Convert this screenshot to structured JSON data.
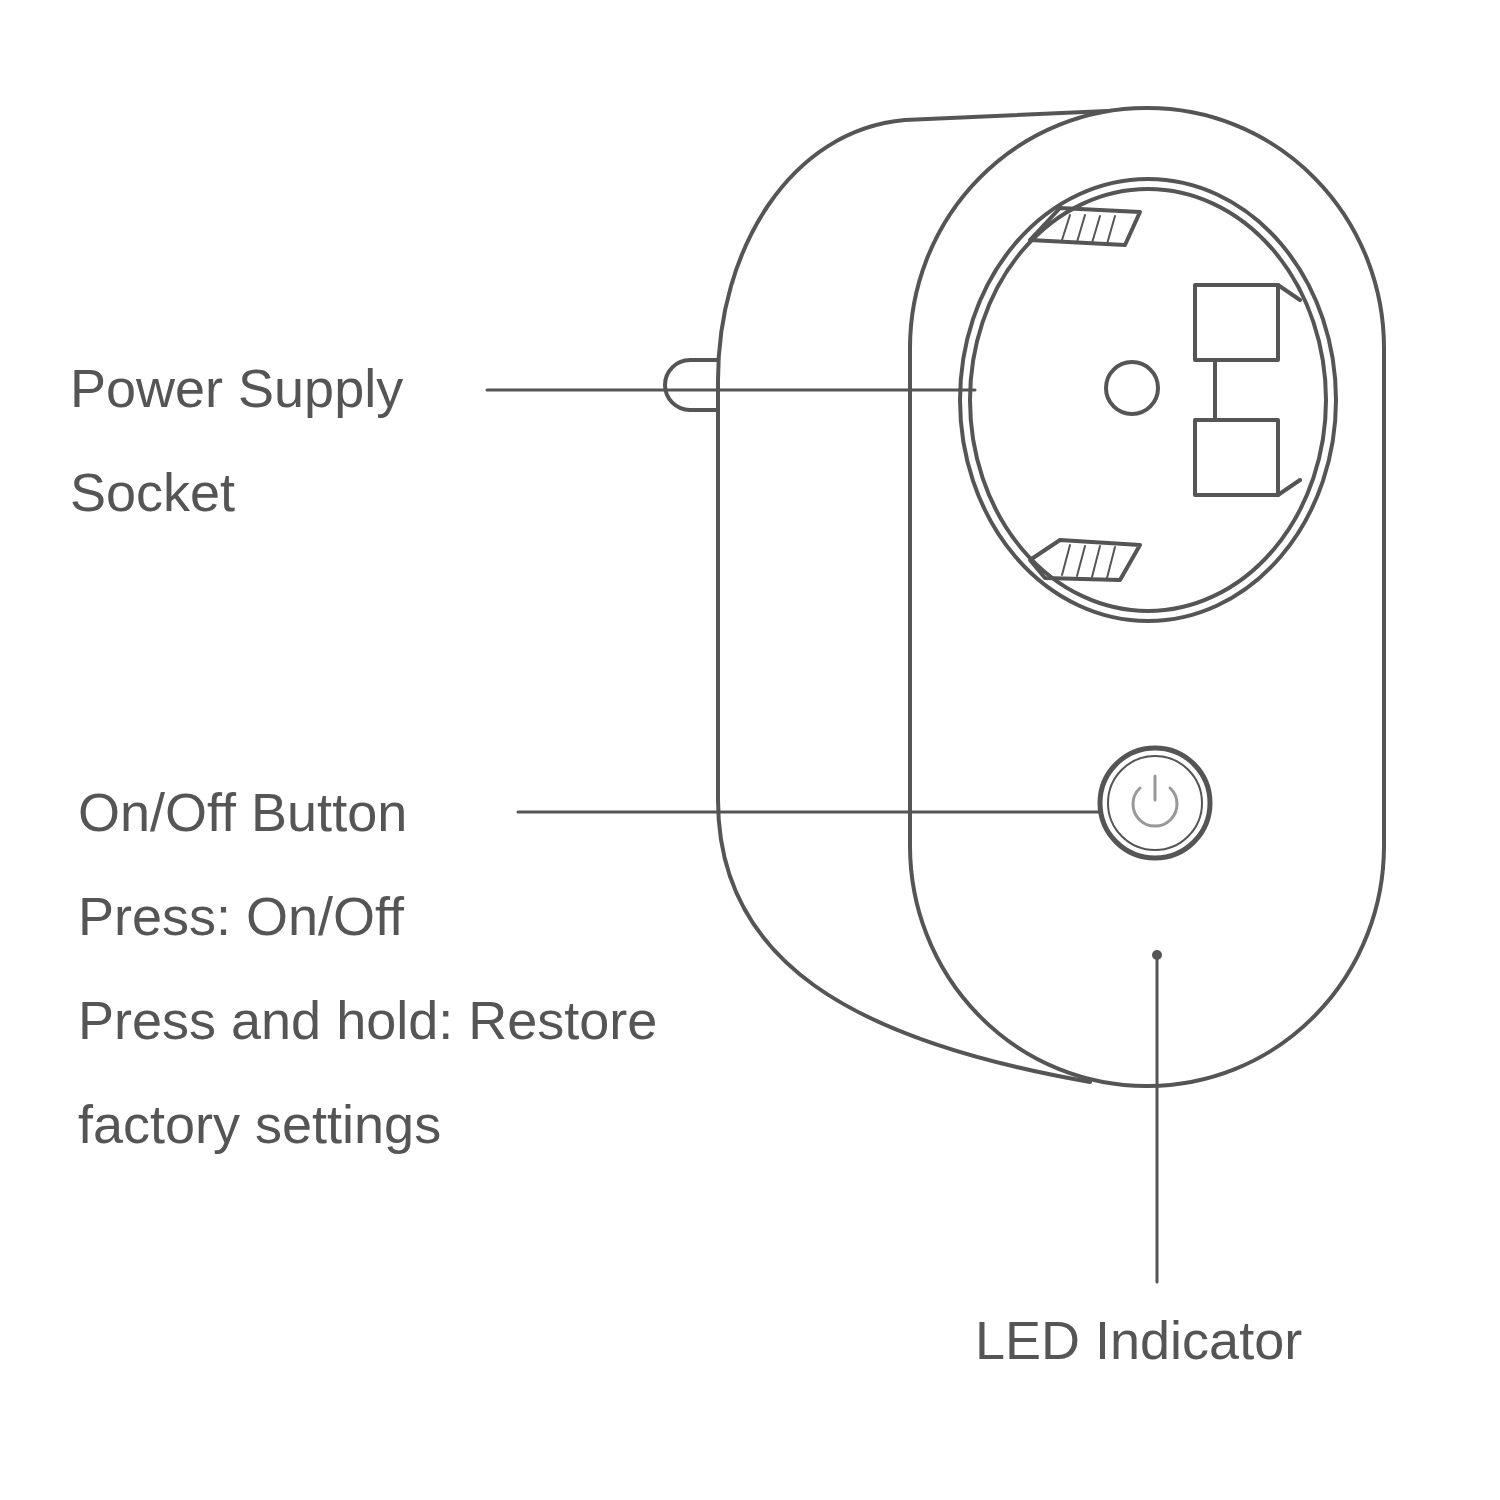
{
  "diagram": {
    "labels": [
      "Power Supply Socket",
      "On/Off Button",
      "Press: On/Off",
      "Press and hold: Restore factory settings",
      "LED Indicator"
    ]
  }
}
